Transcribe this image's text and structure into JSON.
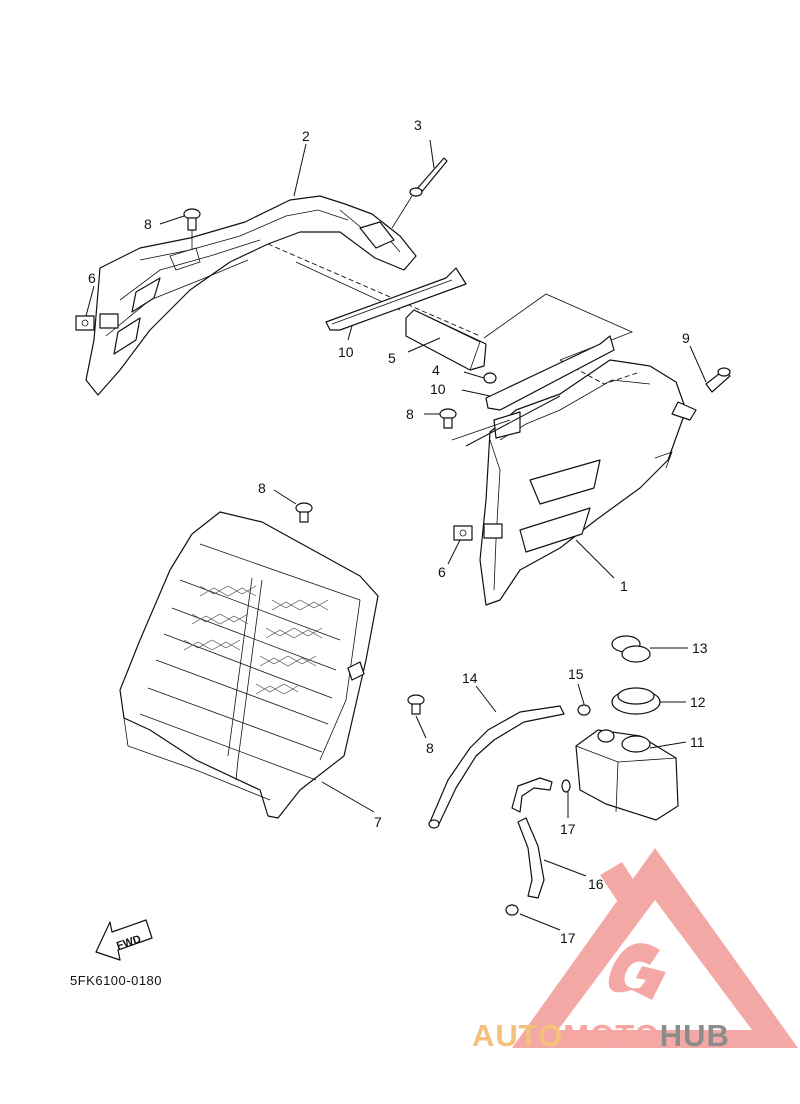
{
  "diagram": {
    "part_code": "5FK6100-0180",
    "fwd_label": "FWD",
    "callouts": [
      {
        "id": "c2",
        "text": "2"
      },
      {
        "id": "c3",
        "text": "3"
      },
      {
        "id": "c8a",
        "text": "8"
      },
      {
        "id": "c6a",
        "text": "6"
      },
      {
        "id": "c10a",
        "text": "10"
      },
      {
        "id": "c5",
        "text": "5"
      },
      {
        "id": "c4",
        "text": "4"
      },
      {
        "id": "c10b",
        "text": "10"
      },
      {
        "id": "c8b",
        "text": "8"
      },
      {
        "id": "c9",
        "text": "9"
      },
      {
        "id": "c8c",
        "text": "8"
      },
      {
        "id": "c6b",
        "text": "6"
      },
      {
        "id": "c1",
        "text": "1"
      },
      {
        "id": "c13",
        "text": "13"
      },
      {
        "id": "c12",
        "text": "12"
      },
      {
        "id": "c11",
        "text": "11"
      },
      {
        "id": "c14",
        "text": "14"
      },
      {
        "id": "c15",
        "text": "15"
      },
      {
        "id": "c8d",
        "text": "8"
      },
      {
        "id": "c7",
        "text": "7"
      },
      {
        "id": "c17a",
        "text": "17"
      },
      {
        "id": "c16",
        "text": "16"
      },
      {
        "id": "c17b",
        "text": "17"
      }
    ]
  },
  "watermark": {
    "brand_part1": "AUTO",
    "brand_part2": "MOTO",
    "brand_part3": "HUB",
    "color_auto": "#f4c07a",
    "color_moto": "#f6a5a1",
    "color_hub": "#8c8c8c",
    "logo_color": "#f39a97"
  }
}
